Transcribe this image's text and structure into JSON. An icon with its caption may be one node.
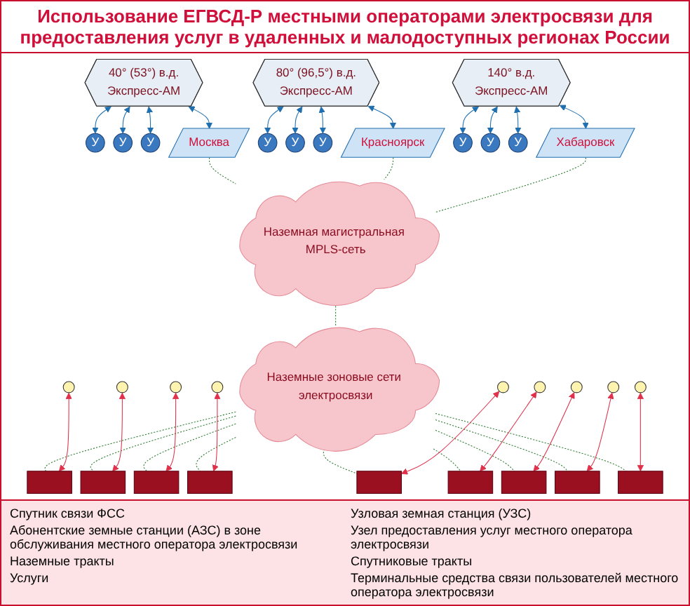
{
  "diagram": {
    "title": "Использование ЕГВСД-Р местными операторами электросвязи для предоставления услуг в удаленных и малодоступных регионах России",
    "nodes": [
      {
        "text": [
          "40° (53°) в.д.",
          "Экспресс-АМ"
        ]
      },
      {
        "text": [
          "80° (96,5°) в.д.",
          "Экспресс-АМ"
        ]
      },
      {
        "text": [
          "140° в.д.",
          "Экспресс-АМ"
        ]
      },
      {
        "text": [
          "У"
        ]
      },
      {
        "text": [
          "У"
        ]
      },
      {
        "text": [
          "У"
        ]
      },
      {
        "text": [
          "Москва"
        ]
      },
      {
        "text": [],
        "shape": "circle"
      },
      {
        "text": [],
        "shape": "circle"
      },
      {
        "text": [],
        "shape": "circle"
      },
      {
        "text": [
          "У"
        ]
      },
      {
        "text": [
          "У"
        ]
      },
      {
        "text": [
          "У"
        ]
      },
      {
        "text": [
          "Красноярск"
        ]
      },
      {
        "text": [],
        "shape": "circle"
      },
      {
        "text": [],
        "shape": "circle"
      },
      {
        "text": [],
        "shape": "circle"
      },
      {
        "text": [
          "У"
        ]
      },
      {
        "text": [
          "У"
        ]
      },
      {
        "text": [
          "У"
        ]
      },
      {
        "text": [
          "Хабаровск"
        ]
      },
      {
        "text": [],
        "shape": "circle"
      },
      {
        "text": [],
        "shape": "circle"
      },
      {
        "text": [],
        "shape": "circle"
      },
      {
        "text": [
          "Наземная магистральная MPLS-сеть"
        ]
      },
      {
        "text": [
          "Наземные зоновые сети электросвязи"
        ]
      },
      {
        "text": [],
        "shape": "box"
      },
      {
        "text": [],
        "shape": "box"
      },
      {
        "text": [],
        "shape": "box"
      },
      {
        "text": [],
        "shape": "box"
      },
      {
        "text": [],
        "shape": "box"
      },
      {
        "text": [],
        "shape": "box"
      },
      {
        "text": [],
        "shape": "box"
      },
      {
        "text": [],
        "shape": "box"
      },
      {
        "text": [],
        "shape": "box"
      }
    ],
    "edges": [
      {
        "from": 0,
        "to": 3,
        "arrow": "both",
        "color": "#1f6fb0"
      },
      {
        "from": 0,
        "to": 4,
        "arrow": "both",
        "color": "#1f6fb0"
      },
      {
        "from": 0,
        "to": 5,
        "arrow": "both",
        "color": "#1f6fb0"
      },
      {
        "from": 0,
        "to": 6,
        "arrow": "both",
        "color": "#1f6fb0"
      },
      {
        "from": 1,
        "to": 10,
        "arrow": "both",
        "color": "#1f6fb0"
      },
      {
        "from": 1,
        "to": 11,
        "arrow": "both",
        "color": "#1f6fb0"
      },
      {
        "from": 1,
        "to": 12,
        "arrow": "both",
        "color": "#1f6fb0"
      },
      {
        "from": 1,
        "to": 13,
        "arrow": "both",
        "color": "#1f6fb0"
      },
      {
        "from": 2,
        "to": 17,
        "arrow": "both",
        "color": "#1f6fb0"
      },
      {
        "from": 2,
        "to": 18,
        "arrow": "both",
        "color": "#1f6fb0"
      },
      {
        "from": 2,
        "to": 19,
        "arrow": "both",
        "color": "#1f6fb0"
      },
      {
        "from": 2,
        "to": 20,
        "arrow": "both",
        "color": "#1f6fb0"
      },
      {
        "from": 6,
        "to": 24,
        "arrow": "none",
        "style": "dashed",
        "color": "#2e7d32"
      },
      {
        "from": 13,
        "to": 24,
        "arrow": "none",
        "style": "dashed",
        "color": "#2e7d32"
      },
      {
        "from": 20,
        "to": 24,
        "arrow": "none",
        "style": "dashed",
        "color": "#2e7d32"
      },
      {
        "from": 24,
        "to": 25,
        "arrow": "none",
        "style": "dashed",
        "color": "#2e7d32"
      },
      {
        "from": 25,
        "to": 26,
        "arrow": "none",
        "style": "dashed",
        "color": "#2e7d32"
      },
      {
        "from": 25,
        "to": 27,
        "arrow": "none",
        "style": "dashed",
        "color": "#2e7d32"
      },
      {
        "from": 25,
        "to": 28,
        "arrow": "none",
        "style": "dashed",
        "color": "#2e7d32"
      },
      {
        "from": 25,
        "to": 29,
        "arrow": "none",
        "style": "dashed",
        "color": "#2e7d32"
      },
      {
        "from": 25,
        "to": 30,
        "arrow": "none",
        "style": "dashed",
        "color": "#2e7d32"
      },
      {
        "from": 25,
        "to": 31,
        "arrow": "none",
        "style": "dashed",
        "color": "#2e7d32"
      },
      {
        "from": 25,
        "to": 32,
        "arrow": "none",
        "style": "dashed",
        "color": "#2e7d32"
      },
      {
        "from": 25,
        "to": 33,
        "arrow": "none",
        "style": "dashed",
        "color": "#2e7d32"
      },
      {
        "from": 25,
        "to": 34,
        "arrow": "none",
        "style": "dashed",
        "color": "#2e7d32"
      },
      {
        "from": 7,
        "to": 26,
        "arrow": "both",
        "color": "#e0304a"
      },
      {
        "from": 8,
        "to": 27,
        "arrow": "both",
        "color": "#e0304a"
      },
      {
        "from": 9,
        "to": 28,
        "arrow": "both",
        "color": "#e0304a"
      },
      {
        "from": 14,
        "to": 29,
        "arrow": "both",
        "color": "#e0304a"
      },
      {
        "from": 15,
        "to": 30,
        "arrow": "both",
        "color": "#e0304a"
      },
      {
        "from": 16,
        "to": 31,
        "arrow": "both",
        "color": "#e0304a"
      },
      {
        "from": 21,
        "to": 32,
        "arrow": "both",
        "color": "#e0304a"
      },
      {
        "from": 22,
        "to": 33,
        "arrow": "both",
        "color": "#e0304a"
      },
      {
        "from": 23,
        "to": 34,
        "arrow": "both",
        "color": "#e0304a"
      }
    ],
    "legend": [
      {
        "text": "Спутник связи ФСС"
      },
      {
        "text": "Узловая земная станция (УЗС)"
      },
      {
        "text": "Абонентские земные станции (АЗС) в зоне обслуживания местного оператора электросвязи"
      },
      {
        "text": "Узел предоставления услуг местного оператора электросвязи"
      },
      {
        "text": "Наземные тракты"
      },
      {
        "text": "Спутниковые тракты"
      },
      {
        "text": "Услуги"
      },
      {
        "text": "Терминальные средства связи пользователей местного оператора электросвязи"
      }
    ]
  }
}
